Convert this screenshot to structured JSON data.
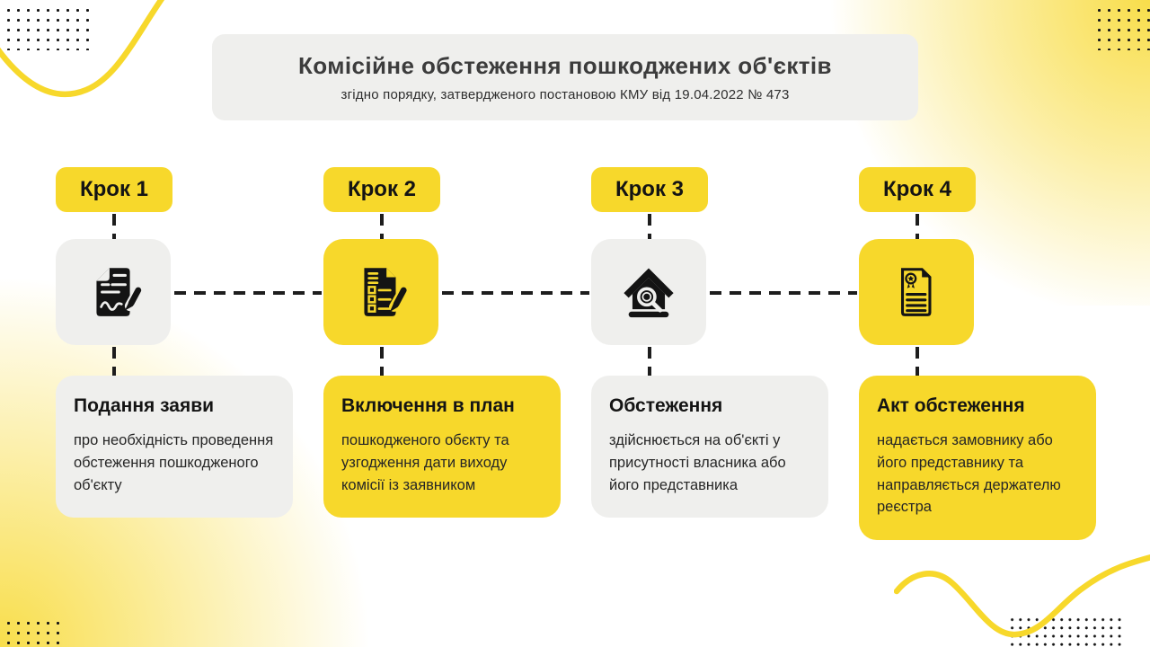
{
  "header": {
    "title": "Комісійне обстеження пошкоджених об'єктів",
    "subtitle": "згідно порядку, затвердженого постановою КМУ  від 19.04.2022 № 473"
  },
  "steps": [
    {
      "badge": "Крок 1",
      "icon": "signed-document-pen-icon",
      "box_variant": "gray",
      "title": "Подання заяви",
      "body": "про необхідність проведення обстеження пошкодженого об'єкту"
    },
    {
      "badge": "Крок 2",
      "icon": "checklist-pencil-icon",
      "box_variant": "yellow",
      "title": "Включення в план",
      "body": "пошкодженого обєкту та узгодження дати виходу комісії із заявником"
    },
    {
      "badge": "Крок 3",
      "icon": "house-magnifier-icon",
      "box_variant": "gray",
      "title": "Обстеження",
      "body": "здійснюється на об'єкті у присутності власника або його представника"
    },
    {
      "badge": "Крок 4",
      "icon": "certificate-document-icon",
      "box_variant": "yellow",
      "title": "Акт обстеження",
      "body": "надається замовнику або його представнику та направляється держателю реєстра"
    }
  ],
  "colors": {
    "accent_yellow": "#f7d82b",
    "card_gray": "#efefed",
    "text_dark": "#141414",
    "dot_black": "#151515"
  }
}
